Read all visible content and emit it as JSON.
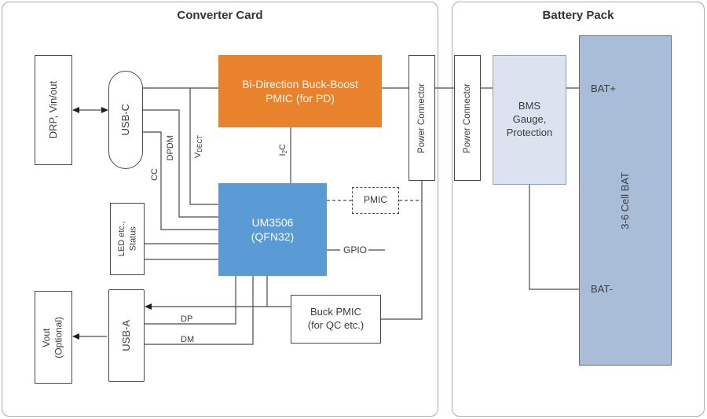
{
  "diagram": {
    "converter_card": {
      "title": "Converter Card",
      "drp_label": "DRP, Vin/out",
      "usb_c_label": "USB-C",
      "buck_boost": {
        "line1": "Bi-Direction Buck-Boost",
        "line2": "PMIC (for PD)"
      },
      "power_connector_label": "Power Connector",
      "um3506": {
        "line1": "UM3506",
        "line2": "(QFN32)"
      },
      "led_status": {
        "line1": "LED etc.,",
        "line2": "Status"
      },
      "pmic_label": "PMIC",
      "vout": {
        "line1": "Vout",
        "line2": "(Optional)"
      },
      "usb_a_label": "USB-A",
      "buck_pmic": {
        "line1": "Buck PMIC",
        "line2": "(for QC etc.)"
      },
      "wire_labels": {
        "dpdm": "DPDM",
        "cc": "CC",
        "vdect_main": "V",
        "vdect_sub": "DECT",
        "i2c_pre": "I",
        "i2c_sub": "2",
        "i2c_post": "C",
        "gpio": "GPIO",
        "dp": "DP",
        "dm": "DM"
      }
    },
    "battery_pack": {
      "title": "Battery Pack",
      "power_connector_label": "Power Connector",
      "bms": {
        "line1": "BMS",
        "line2": "Gauge,",
        "line3": "Protection"
      },
      "bat_plus": "BAT+",
      "bat_cell": "3-6 Cell BAT",
      "bat_minus": "BAT-"
    },
    "colors": {
      "orange": "#E8822D",
      "blue": "#5B9BD5",
      "bms_fill": "#DBE3F0",
      "bat_fill": "#A9BDD9",
      "wire": "#4a4a4a"
    }
  }
}
